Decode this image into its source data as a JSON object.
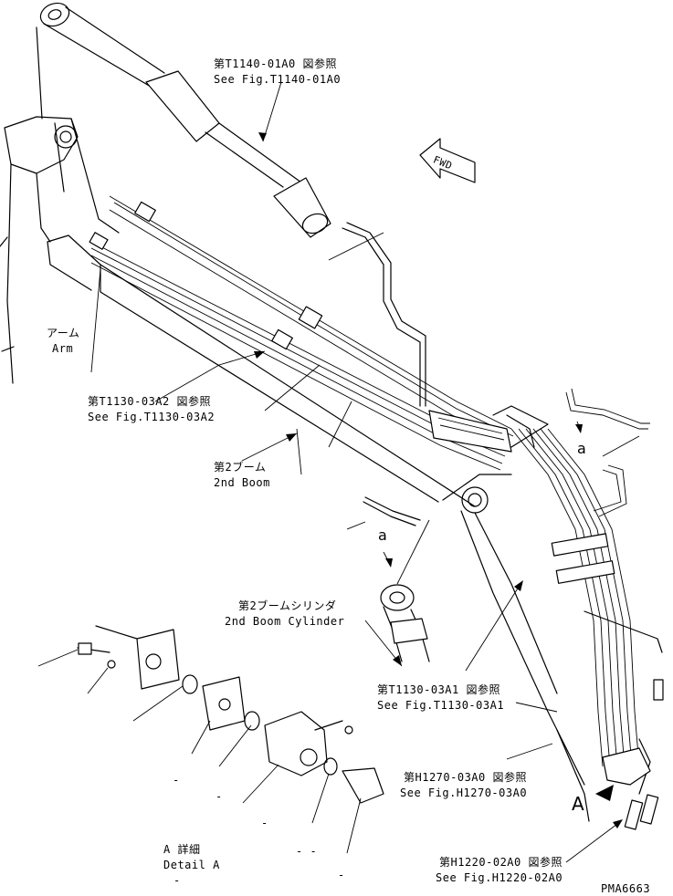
{
  "refs": {
    "t1140": {
      "jp": "第T1140-01A0 図参照",
      "en": "See Fig.T1140-01A0"
    },
    "t1130_a2": {
      "jp": "第T1130-03A2 図参照",
      "en": "See Fig.T1130-03A2"
    },
    "t1130_a1": {
      "jp": "第T1130-03A1 図参照",
      "en": "See Fig.T1130-03A1"
    },
    "h1270": {
      "jp": "第H1270-03A0 図参照",
      "en": "See Fig.H1270-03A0"
    },
    "h1220": {
      "jp": "第H1220-02A0 図参照",
      "en": "See Fig.H1220-02A0"
    }
  },
  "parts": {
    "arm": {
      "jp": "アーム",
      "en": "Arm"
    },
    "second_boom": {
      "jp": "第2ブーム",
      "en": "2nd Boom"
    },
    "second_boom_cylinder": {
      "jp": "第2ブームシリンダ",
      "en": "2nd Boom Cylinder"
    }
  },
  "detail": {
    "jp": "A 詳細",
    "en": "Detail A"
  },
  "markers": {
    "a_left": "a",
    "a_right": "a",
    "A": "A",
    "fwd": "FWD"
  },
  "drawing_code": "PMA6663",
  "dashes": [
    "-",
    "-",
    "- -",
    "-",
    "-",
    "-"
  ]
}
